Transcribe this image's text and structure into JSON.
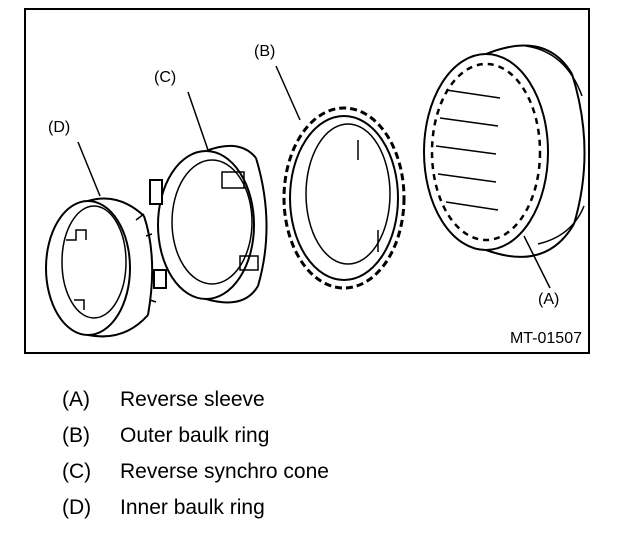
{
  "figure": {
    "code": "MT-01507",
    "callouts": {
      "a": "(A)",
      "b": "(B)",
      "c": "(C)",
      "d": "(D)"
    }
  },
  "legend": [
    {
      "key": "(A)",
      "label": "Reverse sleeve"
    },
    {
      "key": "(B)",
      "label": "Outer baulk ring"
    },
    {
      "key": "(C)",
      "label": "Reverse synchro cone"
    },
    {
      "key": "(D)",
      "label": "Inner baulk ring"
    }
  ]
}
